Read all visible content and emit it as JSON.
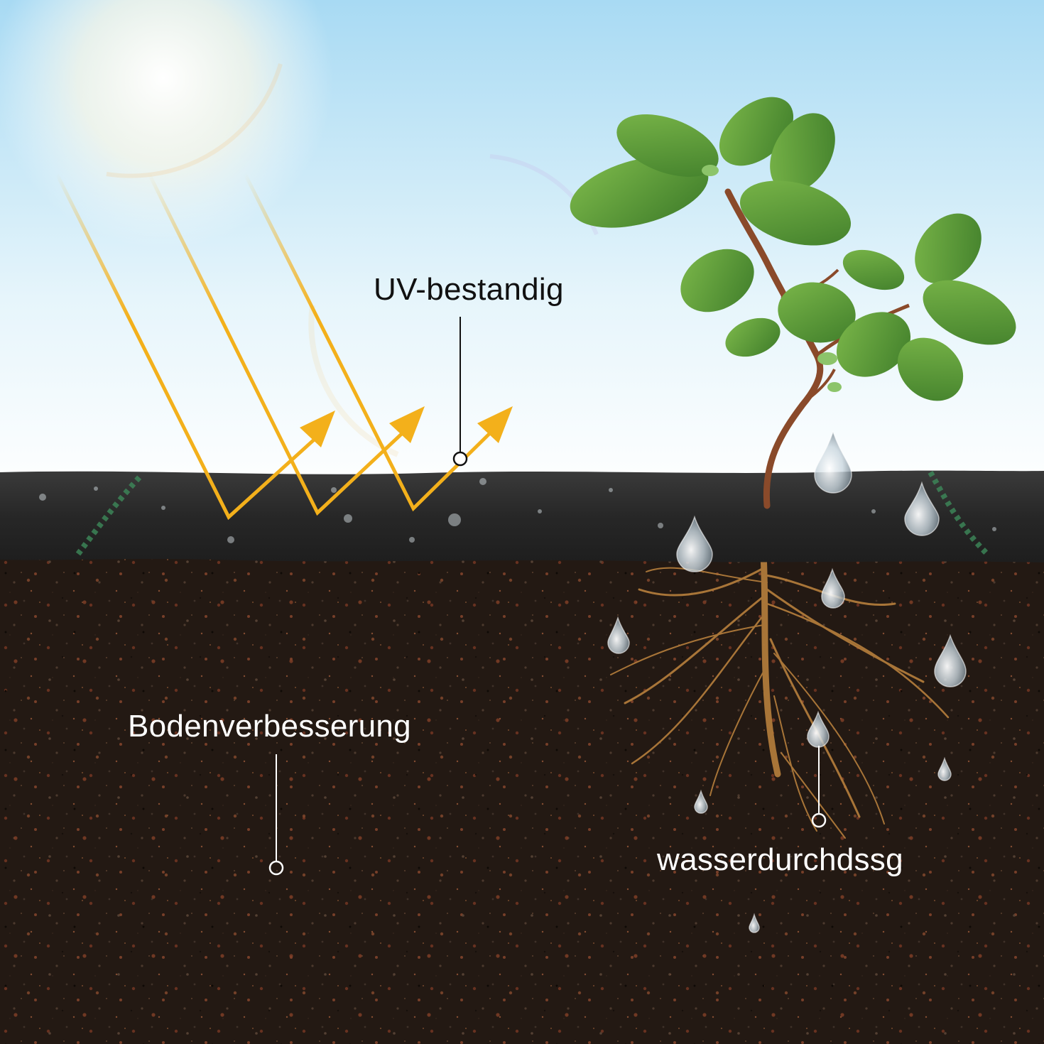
{
  "labels": {
    "uv": "UV-bestandig",
    "soil": "Bodenverbesserung",
    "water": "wasserdurchdssg"
  },
  "colors": {
    "sky_top": "#9fd6f2",
    "sky_bottom": "#ffffff",
    "sun_rays": "#f3b01b",
    "fabric": "#2b2b2b",
    "soil": "#2a1e17",
    "leaf": "#5c9a3a",
    "stem": "#8a4a2a",
    "roots": "#b07a3a",
    "callout_dark": "#111111",
    "callout_light": "#ffffff"
  },
  "icons": [
    "sun-ray-arrow-icon",
    "water-drop-icon",
    "plant-icon",
    "callout-dot-icon"
  ]
}
